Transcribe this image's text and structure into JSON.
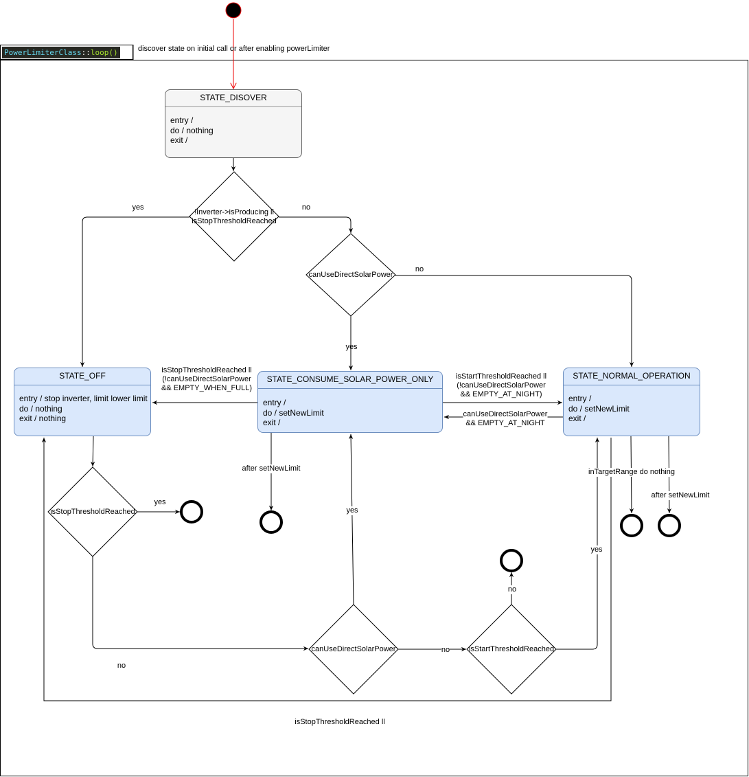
{
  "frame": {
    "code_class": "PowerLimiterClass",
    "code_sep": "::",
    "code_fn": "loop()",
    "caption": "discover state on initial call or after enabling powerLimiter"
  },
  "states": {
    "discover": {
      "title": "STATE_DISOVER",
      "entry": "entry /",
      "do": "do / nothing",
      "exit": "exit /"
    },
    "off": {
      "title": "STATE_OFF",
      "entry": "entry / stop inverter, limit lower limit",
      "do": "do / nothing",
      "exit": "exit / nothing"
    },
    "solar": {
      "title": "STATE_CONSUME_SOLAR_POWER_ONLY",
      "entry": "entry /",
      "do": "do / setNewLimit",
      "exit": "exit /"
    },
    "normal": {
      "title": "STATE_NORMAL_OPERATION",
      "entry": "entry /",
      "do": "do / setNewLimit",
      "exit": "exit /"
    }
  },
  "decisions": {
    "d1_line1": "!Inverter->isProducing ll",
    "d1_line2": "isStopThresholdReached",
    "d2": "canUseDirectSolarPower",
    "d3": "isStopThresholdReached",
    "d4": "canUseDirectSolarPower",
    "d5": "isStartThresholdReached"
  },
  "labels": {
    "d1_yes": "yes",
    "d1_no": "no",
    "d2_no": "no",
    "d2_yes": "yes",
    "solar_to_off_1": "isStopThresholdReached ll",
    "solar_to_off_2": "(!canUseDirectSolarPower",
    "solar_to_off_3": "&& EMPTY_WHEN_FULL)",
    "solar_to_normal_1": "isStartThresholdReached ll",
    "solar_to_normal_2": "(!canUseDirectSolarPower",
    "solar_to_normal_3": "&& EMPTY_AT_NIGHT)",
    "normal_to_solar_1": "canUseDirectSolarPower",
    "normal_to_solar_2": "&& EMPTY_AT_NIGHT",
    "solar_after": "after setNewLimit",
    "d3_yes": "yes",
    "d3_no": "no",
    "d4_yes": "yes",
    "d4_no": "no",
    "d5_no": "no",
    "d5_yes": "yes",
    "in_target": "inTargetRange do nothing",
    "normal_after": "after setNewLimit",
    "bottom_loop": "isStopThresholdReached ll"
  }
}
